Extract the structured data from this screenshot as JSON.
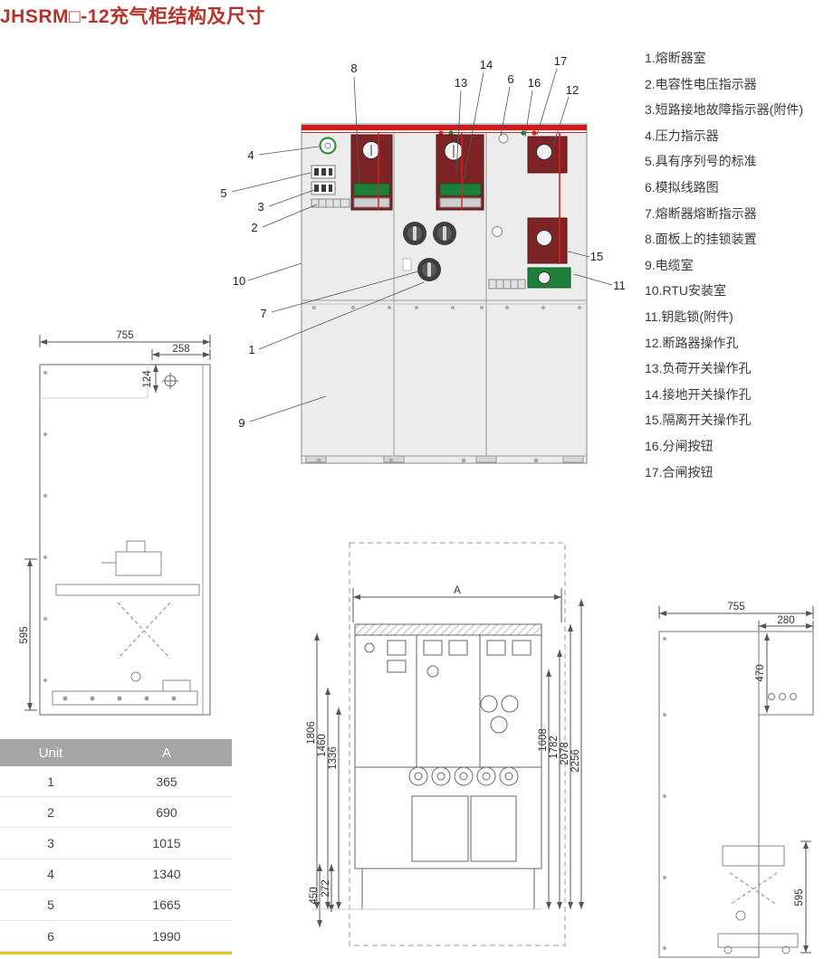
{
  "page": {
    "title": "JHSRM□-12充气柜结构及尺寸"
  },
  "colors": {
    "title_red": "#b5332a",
    "cabinet_red": "#cf1b1b",
    "panel_maroon": "#7e2426",
    "component_green": "#1d8038",
    "table_header_gray": "#a5a5a5",
    "table_accent_yellow": "#e9c51e"
  },
  "legend": {
    "items": [
      "1.熔断器室",
      "2.电容性电压指示器",
      "3.短路接地故障指示器(附件)",
      "4.压力指示器",
      "5.具有序列号的标准",
      "6.模拟线路图",
      "7.熔断器熔断指示器",
      "8.面板上的挂锁装置",
      "9.电缆室",
      "10.RTU安装室",
      "11.钥匙锁(附件)",
      "12.断路器操作孔",
      "13.负荷开关操作孔",
      "14.接地开关操作孔",
      "15.隔离开关操作孔",
      "16.分闸按钮",
      "17.合闸按钮"
    ]
  },
  "front_view": {
    "callouts": [
      "1",
      "2",
      "3",
      "4",
      "5",
      "6",
      "7",
      "8",
      "9",
      "10",
      "11",
      "12",
      "13",
      "14",
      "15",
      "16",
      "17"
    ]
  },
  "side_view_left": {
    "dims": [
      "755",
      "258",
      "124",
      "595"
    ]
  },
  "bottom_view": {
    "width_label": "A",
    "left_dims": [
      "1806",
      "1460",
      "1336"
    ],
    "bottom_dims": [
      "450",
      "272"
    ],
    "right_dims": [
      "1608",
      "1782",
      "2078",
      "2256"
    ]
  },
  "side_view_right": {
    "dims": [
      "755",
      "280",
      "470",
      "595"
    ]
  },
  "table": {
    "headers": [
      "Unit",
      "A"
    ],
    "rows": [
      [
        "1",
        "365"
      ],
      [
        "2",
        "690"
      ],
      [
        "3",
        "1015"
      ],
      [
        "4",
        "1340"
      ],
      [
        "5",
        "1665"
      ],
      [
        "6",
        "1990"
      ]
    ]
  }
}
